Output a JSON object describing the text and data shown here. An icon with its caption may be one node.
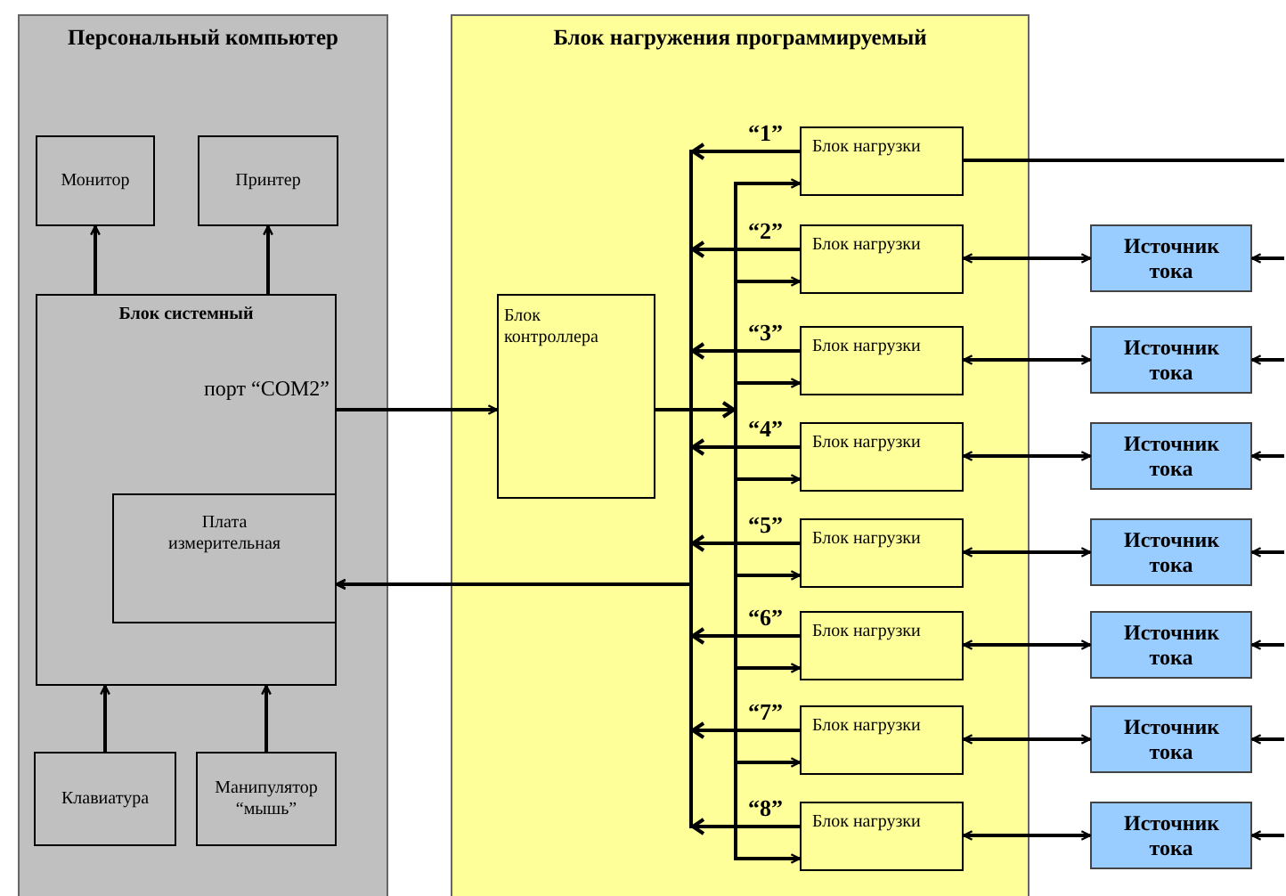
{
  "diagram": {
    "nodes": [
      {
        "text": [
          "Персональный компьютер"
        ]
      },
      {
        "text": [
          "Монитор"
        ],
        "in": 0
      },
      {
        "text": [
          "Принтер"
        ],
        "in": 0
      },
      {
        "text": [
          "Блок системный",
          "порт “COM2”"
        ],
        "in": 0
      },
      {
        "text": [
          "Плата измерительная"
        ],
        "in": 3
      },
      {
        "text": [
          "Клавиатура"
        ],
        "in": 0
      },
      {
        "text": [
          "Манипулятор “мышь”"
        ],
        "in": 0
      },
      {
        "text": [
          "Блок нагружения программируемый"
        ]
      },
      {
        "text": [
          "Блок контроллера"
        ],
        "in": 7
      },
      {
        "text": [
          "Блок нагрузки"
        ],
        "in": 7,
        "beside": [
          "“1”"
        ]
      },
      {
        "text": [
          "Блок нагрузки"
        ],
        "in": 7,
        "beside": [
          "“2”"
        ]
      },
      {
        "text": [
          "Блок нагрузки"
        ],
        "in": 7,
        "beside": [
          "“3”"
        ]
      },
      {
        "text": [
          "Блок нагрузки"
        ],
        "in": 7,
        "beside": [
          "“4”"
        ]
      },
      {
        "text": [
          "Блок нагрузки"
        ],
        "in": 7,
        "beside": [
          "“5”"
        ]
      },
      {
        "text": [
          "Блок нагрузки"
        ],
        "in": 7,
        "beside": [
          "“6”"
        ]
      },
      {
        "text": [
          "Блок нагрузки"
        ],
        "in": 7,
        "beside": [
          "“7”"
        ]
      },
      {
        "text": [
          "Блок нагрузки"
        ],
        "in": 7,
        "beside": [
          "“8”"
        ]
      },
      {
        "text": [
          "Источник тока"
        ]
      },
      {
        "text": [
          "Источник тока"
        ]
      },
      {
        "text": [
          "Источник тока"
        ]
      },
      {
        "text": [
          "Источник тока"
        ]
      },
      {
        "text": [
          "Источник тока"
        ]
      },
      {
        "text": [
          "Источник тока"
        ]
      },
      {
        "text": [
          "Источник тока"
        ]
      }
    ],
    "edges": [
      {
        "from": 3,
        "to": 1,
        "arrow": "to"
      },
      {
        "from": 3,
        "to": 2,
        "arrow": "to"
      },
      {
        "from": 5,
        "to": 3,
        "arrow": "to"
      },
      {
        "from": 6,
        "to": 3,
        "arrow": "to"
      },
      {
        "from": 3,
        "to": 8,
        "arrow": "to"
      },
      {
        "from": 8,
        "to": 9,
        "arrow": "to"
      },
      {
        "from": 8,
        "to": 10,
        "arrow": "to"
      },
      {
        "from": 8,
        "to": 11,
        "arrow": "to"
      },
      {
        "from": 8,
        "to": 12,
        "arrow": "to"
      },
      {
        "from": 8,
        "to": 13,
        "arrow": "to"
      },
      {
        "from": 8,
        "to": 14,
        "arrow": "to"
      },
      {
        "from": 8,
        "to": 15,
        "arrow": "to"
      },
      {
        "from": 8,
        "to": 16,
        "arrow": "to"
      },
      {
        "from": 9,
        "to": 4,
        "arrow": "to"
      },
      {
        "from": 10,
        "to": 4,
        "arrow": "to"
      },
      {
        "from": 11,
        "to": 4,
        "arrow": "to"
      },
      {
        "from": 12,
        "to": 4,
        "arrow": "to"
      },
      {
        "from": 13,
        "to": 4,
        "arrow": "to"
      },
      {
        "from": 14,
        "to": 4,
        "arrow": "to"
      },
      {
        "from": 15,
        "to": 4,
        "arrow": "to"
      },
      {
        "from": 16,
        "to": 4,
        "arrow": "to"
      },
      {
        "from": 9,
        "to": null,
        "arrow": "none"
      },
      {
        "from": 10,
        "to": 17,
        "arrow": "both"
      },
      {
        "from": 11,
        "to": 18,
        "arrow": "both"
      },
      {
        "from": 12,
        "to": 19,
        "arrow": "both"
      },
      {
        "from": 13,
        "to": 20,
        "arrow": "both"
      },
      {
        "from": 14,
        "to": 21,
        "arrow": "both"
      },
      {
        "from": 15,
        "to": 22,
        "arrow": "both"
      },
      {
        "from": 16,
        "to": 23,
        "arrow": "both"
      },
      {
        "from": null,
        "to": 17,
        "arrow": "to"
      },
      {
        "from": null,
        "to": 18,
        "arrow": "to"
      },
      {
        "from": null,
        "to": 19,
        "arrow": "to"
      },
      {
        "from": null,
        "to": 20,
        "arrow": "to"
      },
      {
        "from": null,
        "to": 21,
        "arrow": "to"
      },
      {
        "from": null,
        "to": 22,
        "arrow": "to"
      },
      {
        "from": null,
        "to": 23,
        "arrow": "to"
      }
    ]
  }
}
